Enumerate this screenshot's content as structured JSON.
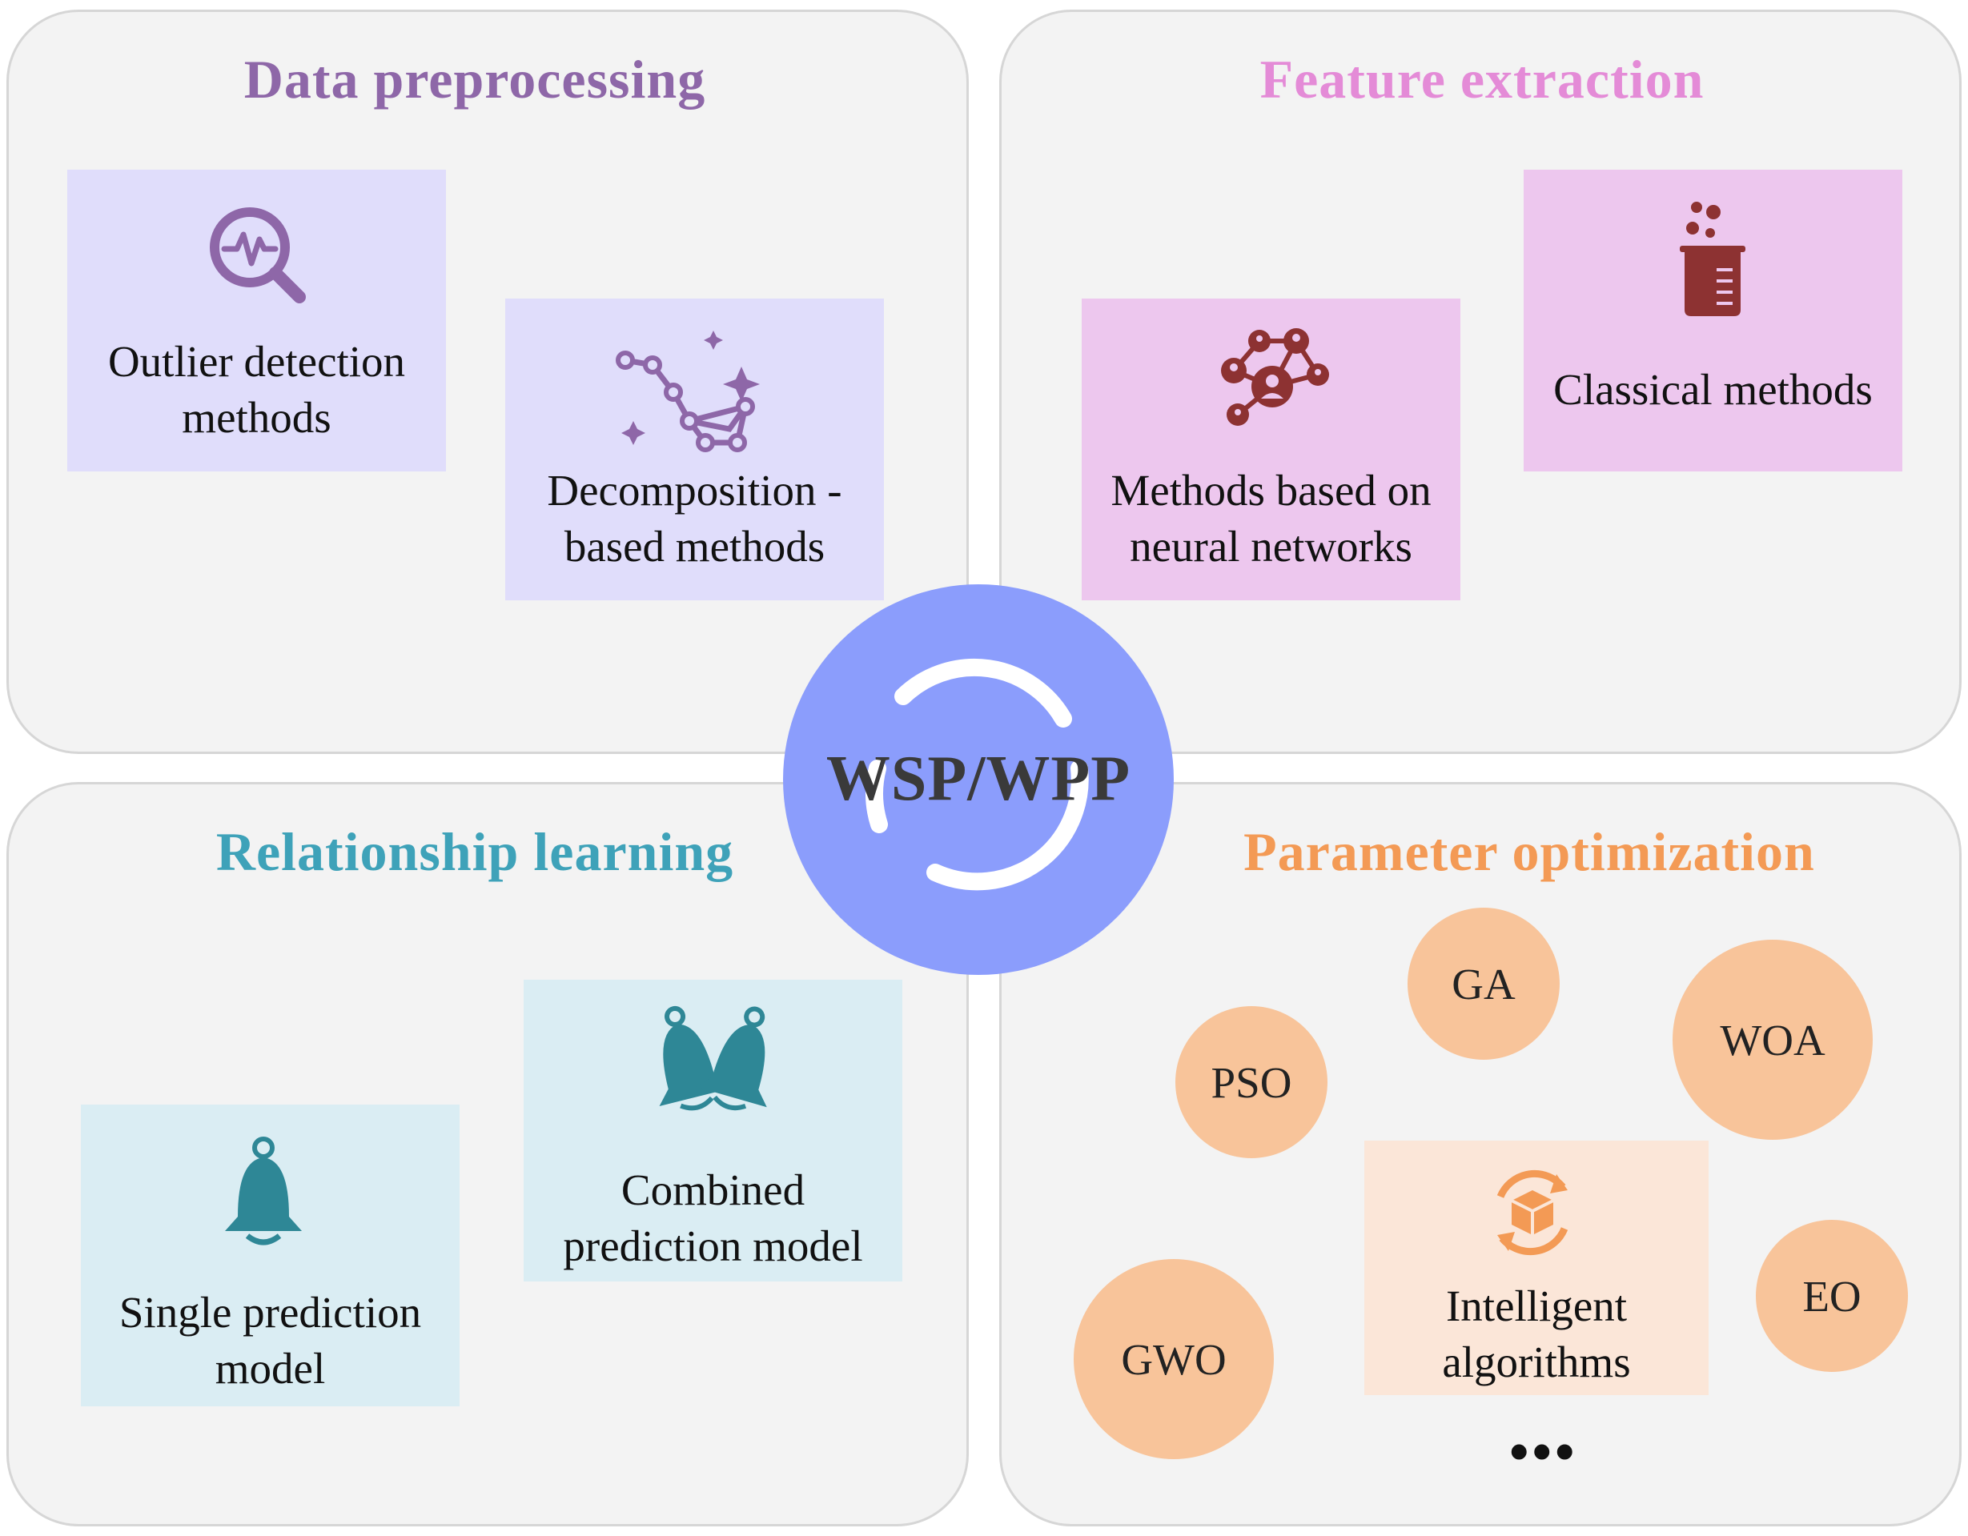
{
  "center": {
    "label": "WSP/WPP",
    "color": "#8b9dfc"
  },
  "data_preprocessing": {
    "title": "Data preprocessing",
    "color": "#8e67a8",
    "items": [
      {
        "label": "Outlier detection\nmethods",
        "icon": "magnifier-waveform-icon"
      },
      {
        "label": "Decomposition -\nbased methods",
        "icon": "constellation-icon"
      }
    ]
  },
  "feature_extraction": {
    "title": "Feature extraction",
    "color": "#e48bd7",
    "items": [
      {
        "label": "Methods based on\nneural networks",
        "icon": "network-people-icon"
      },
      {
        "label": "Classical methods",
        "icon": "beaker-icon"
      }
    ]
  },
  "relationship_learning": {
    "title": "Relationship learning",
    "color": "#3ea2b9",
    "items": [
      {
        "label": "Single prediction\nmodel",
        "icon": "bell-icon"
      },
      {
        "label": "Combined\nprediction model",
        "icon": "double-bell-icon"
      }
    ]
  },
  "parameter_optimization": {
    "title": "Parameter optimization",
    "color": "#f39a55",
    "algorithms": [
      "GA",
      "WOA",
      "PSO",
      "EO",
      "GWO"
    ],
    "center_item": {
      "label": "Intelligent\nalgorithms",
      "icon": "cube-cycle-icon"
    },
    "ellipsis": "•••"
  }
}
